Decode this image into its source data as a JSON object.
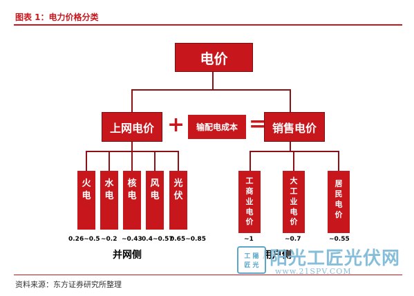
{
  "header": {
    "figure_title": "图表 1：电力价格分类",
    "source_note": "资料来源：东方证券研究所整理"
  },
  "diagram": {
    "root": "电价",
    "left_node": "上网电价",
    "middle_node": "输配电成本",
    "right_node": "销售电价",
    "plus_sign": "+",
    "equals_sign": "=",
    "grid_side": {
      "label": "并网侧",
      "items": [
        {
          "chars": [
            "火",
            "电"
          ],
          "value": "0.26~0.5"
        },
        {
          "chars": [
            "水",
            "电"
          ],
          "value": "~0.2"
        },
        {
          "chars": [
            "核",
            "电"
          ],
          "value": "~0.43"
        },
        {
          "chars": [
            "风",
            "电"
          ],
          "value": "0.4~0.57"
        },
        {
          "chars": [
            "光",
            "伏"
          ],
          "value": "0.65~0.85"
        }
      ]
    },
    "user_side": {
      "label": "用户侧",
      "items": [
        {
          "chars": [
            "工",
            "商",
            "业",
            "电",
            "价"
          ],
          "value": "~1"
        },
        {
          "chars": [
            "大",
            "工",
            "业",
            "电",
            "价"
          ],
          "value": "~0.7"
        },
        {
          "chars": [
            "居",
            "民",
            "电",
            "价"
          ],
          "value": "~0.55"
        }
      ]
    }
  },
  "watermark": {
    "stamp_line1": "工 陽",
    "stamp_line2": "匠 光",
    "brand": "阳光工匠光伏网",
    "url": "www.21SPV.COM"
  },
  "colors": {
    "primary_red": "#c8161d",
    "wire": "#8b0f14",
    "watermark_blue": "#7ab8d6"
  }
}
